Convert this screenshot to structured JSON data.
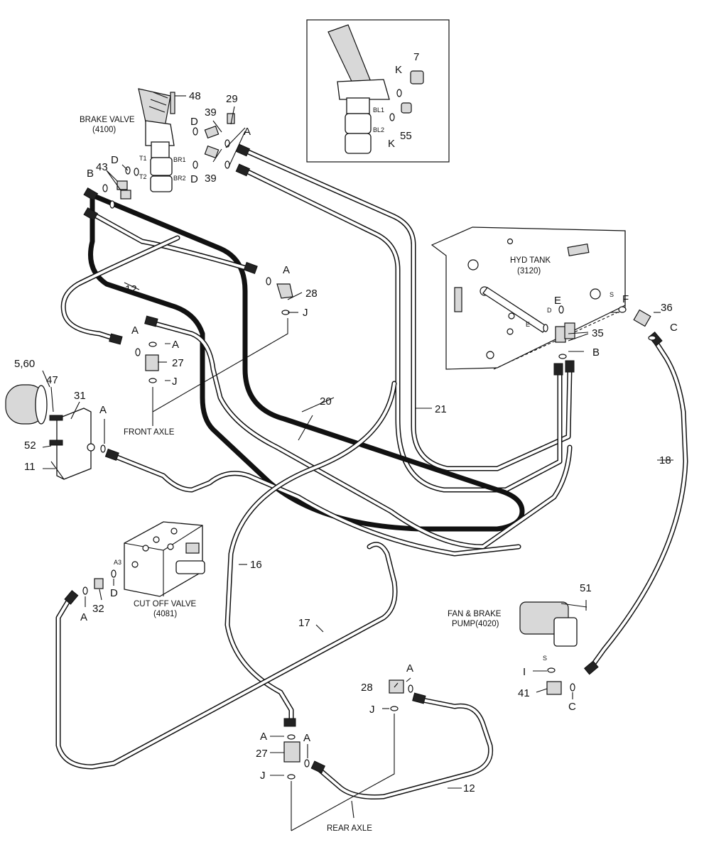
{
  "labels": {
    "brake_valve": "BRAKE VALVE",
    "brake_valve_code": "(4100)",
    "hyd_tank": "HYD TANK",
    "hyd_tank_code": "(3120)",
    "front_axle": "FRONT AXLE",
    "rear_axle": "REAR AXLE",
    "cut_off_valve": "CUT OFF VALVE",
    "cut_off_valve_code": "(4081)",
    "fan_brake_pump_1": "FAN & BRAKE",
    "fan_brake_pump_2": "PUMP(4020)"
  },
  "ports": {
    "t1": "T1",
    "t2": "T2",
    "br1": "BR1",
    "br2": "BR2",
    "bl1": "BL1",
    "bl2": "BL2",
    "a3": "A3",
    "s": "S",
    "d": "D",
    "e": "E"
  },
  "callouts": {
    "n48": "48",
    "n29": "29",
    "n39a": "39",
    "n39b": "39",
    "n43": "43",
    "n7": "7",
    "n55": "55",
    "n12a": "12",
    "n12b": "12",
    "n28a": "28",
    "n28b": "28",
    "n27a": "27",
    "n27b": "27",
    "n20": "20",
    "n21": "21",
    "n36": "36",
    "n35": "35",
    "n5_60": "5,60",
    "n47": "47",
    "n31": "31",
    "n52": "52",
    "n11": "11",
    "n18": "18",
    "n16": "16",
    "n17": "17",
    "n32": "32",
    "n51": "51",
    "n41": "41"
  },
  "letters": {
    "a": "A",
    "b": "B",
    "c": "C",
    "d": "D",
    "e": "E",
    "f": "F",
    "i": "I",
    "j": "J",
    "k": "K"
  }
}
